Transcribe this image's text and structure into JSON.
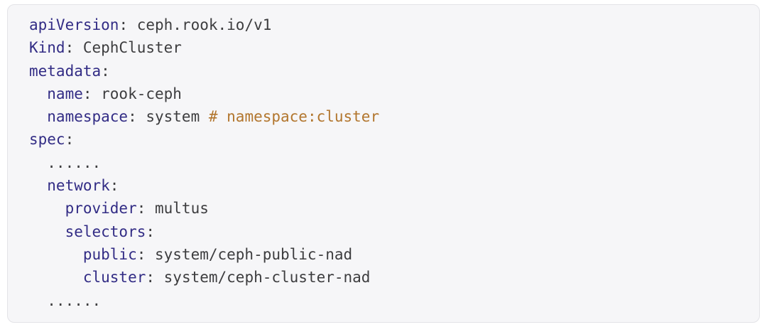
{
  "colors": {
    "page_background": "#ffffff",
    "code_background": "#f6f6f8",
    "code_border": "#e3e3e7",
    "key": "#322c85",
    "value": "#3d3d3f",
    "comment": "#b2762e"
  },
  "code_block": {
    "language": "yaml",
    "lines": [
      {
        "tokens": [
          {
            "type": "key",
            "text": "apiVersion"
          },
          {
            "type": "value",
            "text": ": ceph.rook.io/v1"
          }
        ]
      },
      {
        "tokens": [
          {
            "type": "key",
            "text": "Kind"
          },
          {
            "type": "value",
            "text": ": CephCluster"
          }
        ]
      },
      {
        "tokens": [
          {
            "type": "key",
            "text": "metadata"
          },
          {
            "type": "value",
            "text": ":"
          }
        ]
      },
      {
        "tokens": [
          {
            "type": "key",
            "text": "  name"
          },
          {
            "type": "value",
            "text": ": rook-ceph"
          }
        ]
      },
      {
        "tokens": [
          {
            "type": "key",
            "text": "  namespace"
          },
          {
            "type": "value",
            "text": ": system "
          },
          {
            "type": "comment",
            "text": "# namespace:cluster"
          }
        ]
      },
      {
        "tokens": [
          {
            "type": "key",
            "text": "spec"
          },
          {
            "type": "value",
            "text": ":"
          }
        ]
      },
      {
        "tokens": [
          {
            "type": "value",
            "text": "  ......"
          }
        ]
      },
      {
        "tokens": [
          {
            "type": "key",
            "text": "  network"
          },
          {
            "type": "value",
            "text": ":"
          }
        ]
      },
      {
        "tokens": [
          {
            "type": "key",
            "text": "    provider"
          },
          {
            "type": "value",
            "text": ": multus"
          }
        ]
      },
      {
        "tokens": [
          {
            "type": "key",
            "text": "    selectors"
          },
          {
            "type": "value",
            "text": ":"
          }
        ]
      },
      {
        "tokens": [
          {
            "type": "key",
            "text": "      public"
          },
          {
            "type": "value",
            "text": ": system/ceph-public-nad"
          }
        ]
      },
      {
        "tokens": [
          {
            "type": "key",
            "text": "      cluster"
          },
          {
            "type": "value",
            "text": ": system/ceph-cluster-nad"
          }
        ]
      },
      {
        "tokens": [
          {
            "type": "value",
            "text": "  ......"
          }
        ]
      }
    ]
  }
}
